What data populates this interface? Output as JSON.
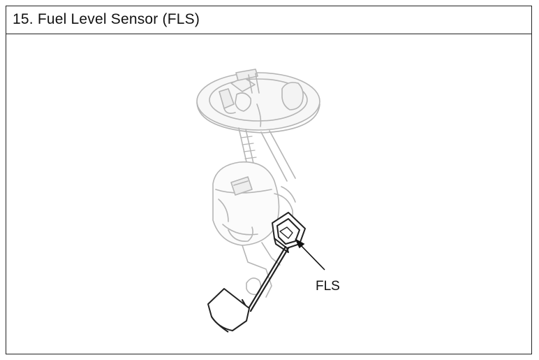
{
  "header": {
    "title": "15. Fuel Level Sensor (FLS)"
  },
  "figure": {
    "callout_label": "FLS",
    "icon": "fuel-pump-assembly-drawing"
  }
}
